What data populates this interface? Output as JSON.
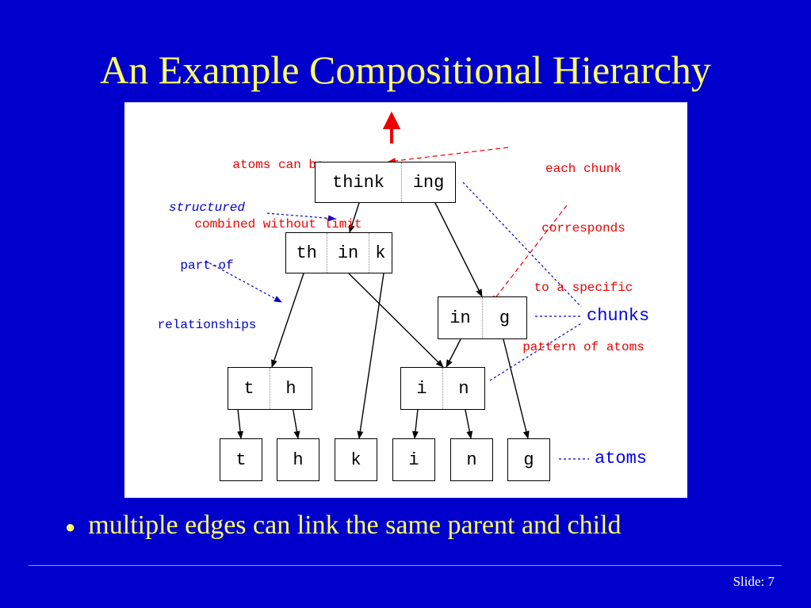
{
  "slide": {
    "title": "An Example Compositional Hierarchy",
    "bullet": "multiple edges can link the same parent and child",
    "footer": "Slide: 7"
  },
  "diagram": {
    "annotations": {
      "atoms_combined_line1": "atoms can be",
      "atoms_combined_line2": "combined without limit",
      "each_chunk": [
        "each chunk",
        "corresponds",
        "to a specific",
        "pattern of atoms"
      ],
      "structured": "structured",
      "part_of": [
        "part-of",
        "relationships"
      ],
      "chunks_label": "chunks",
      "atoms_label": "atoms"
    },
    "nodes": {
      "thinking": [
        "think",
        "ing"
      ],
      "think": [
        "th",
        "in",
        "k"
      ],
      "ing": [
        "in",
        "g"
      ],
      "th": [
        "t",
        "h"
      ],
      "in": [
        "i",
        "n"
      ],
      "atoms": [
        "t",
        "h",
        "k",
        "i",
        "n",
        "g"
      ]
    },
    "colors": {
      "background": "#0000cc",
      "title": "#ffff66",
      "annotation_red": "#ee0000",
      "annotation_blue": "#0000cc"
    }
  }
}
